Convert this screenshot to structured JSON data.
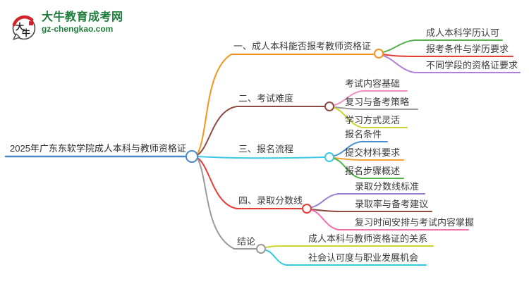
{
  "site": {
    "name": "大牛教育成考网",
    "url": "gz-chengkao.com",
    "logo_text_top": "大",
    "logo_text_bottom": "牛",
    "brand_green": "#1d7c3a",
    "logo_red": "#d2232a",
    "logo_outline": "#4a4a4a"
  },
  "mindmap": {
    "root": {
      "label": "2025年广东东软学院成人本科与教师资格证",
      "color": "#4a89c8"
    },
    "branches": [
      {
        "label": "一、成人本科能否报考教师资格证",
        "color": "#f5941e",
        "children": [
          {
            "label": "成人本科学历认可",
            "color": "#52b44a"
          },
          {
            "label": "报考条件与学历要求",
            "color": "#e63c35"
          },
          {
            "label": "不同学段的资格证要求",
            "color": "#b07fd8"
          }
        ]
      },
      {
        "label": "二、考试难度",
        "color": "#8d4a42",
        "children": [
          {
            "label": "考试内容基础",
            "color": "#f08fc0"
          },
          {
            "label": "复习与备考策略",
            "color": "#9a9a9a"
          },
          {
            "label": "学习方式灵活",
            "color": "#cdd431"
          }
        ]
      },
      {
        "label": "三、报名流程",
        "color": "#3fc8e4",
        "children": [
          {
            "label": "报名条件",
            "color": "#4a90d0"
          },
          {
            "label": "提交材料要求",
            "color": "#f5a033"
          },
          {
            "label": "报名步骤概述",
            "color": "#52b44a"
          }
        ]
      },
      {
        "label": "四、录取分数线",
        "color": "#e63c35",
        "children": [
          {
            "label": "录取分数线标准",
            "color": "#9b7fd4"
          },
          {
            "label": "录取率与备考建议",
            "color": "#8d4a42"
          },
          {
            "label": "复习时间安排与考试内容掌握",
            "color": "#ef6fb0"
          }
        ]
      },
      {
        "label": "结论",
        "color": "#9a9a9a",
        "children": [
          {
            "label": "成人本科与教师资格证的关系",
            "color": "#cdd431"
          },
          {
            "label": "社会认可度与职业发展机会",
            "color": "#35c8e0"
          }
        ]
      }
    ]
  }
}
